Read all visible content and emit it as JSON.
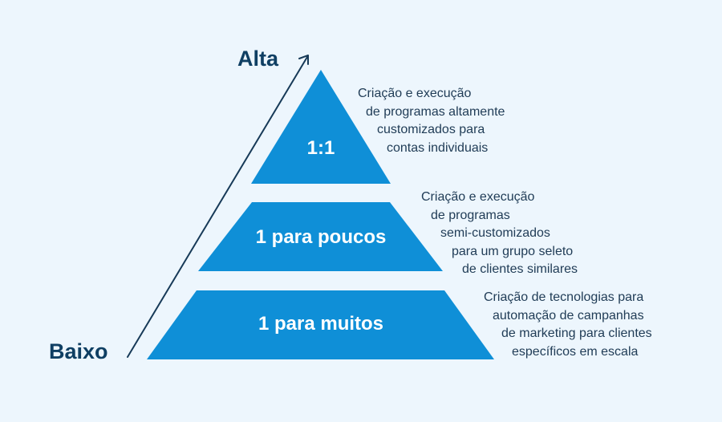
{
  "axis": {
    "high_label": "Alta",
    "low_label": "Baixo"
  },
  "tiers": [
    {
      "label": "1:1",
      "description_lines": [
        "Criação e execução",
        "de programas altamente",
        "customizados para",
        "contas individuais"
      ]
    },
    {
      "label": "1 para poucos",
      "description_lines": [
        "Criação e execução",
        "de programas",
        "semi-customizados",
        "para um grupo seleto",
        "de clientes similares"
      ]
    },
    {
      "label": "1 para muitos",
      "description_lines": [
        "Criação de tecnologias para",
        "automação de campanhas",
        "de marketing para clientes",
        "específicos em escala"
      ]
    }
  ],
  "colors": {
    "background": "#edf6fd",
    "tier_fill": "#0f8fd7",
    "axis_text": "#0f3f63",
    "description_text": "#213d57",
    "arrow": "#173a58"
  }
}
